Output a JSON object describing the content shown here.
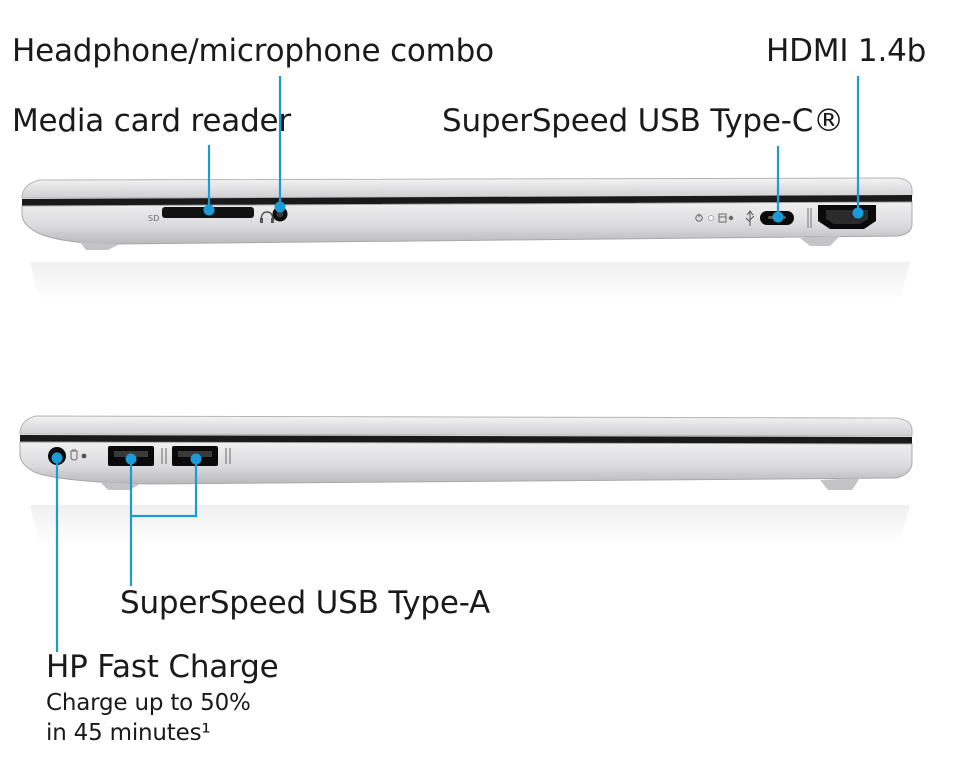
{
  "callouts": {
    "headphone": "Headphone/microphone combo",
    "media_card": "Media card reader",
    "hdmi": "HDMI 1.4b",
    "usb_c": "SuperSpeed USB Type-C®",
    "usb_a": "SuperSpeed USB Type-A",
    "fast_charge_title": "HP Fast Charge",
    "fast_charge_line1": "Charge up to 50%",
    "fast_charge_line2": "in 45 minutes¹"
  },
  "port_marks": {
    "sd": "SD"
  },
  "colors": {
    "accent": "#1a9bd7",
    "chassis": "#d6d6d8",
    "port": "#111111"
  },
  "icons": {
    "power": "power-icon",
    "battery": "battery-light-icon",
    "usb": "usb-icon",
    "headset": "headset-icon",
    "charger": "charger-icon"
  }
}
